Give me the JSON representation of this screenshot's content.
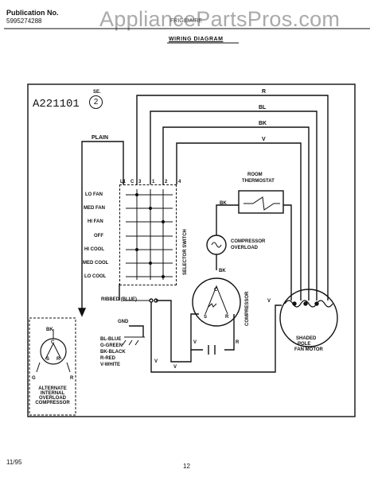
{
  "header": {
    "watermark": "AppliancePartsPros.com",
    "publication_label": "Publication No.",
    "publication_number": "5995274288",
    "brand": "FRIGIDAIRE",
    "diagram_title": "WIRING DIAGRAM"
  },
  "diagram": {
    "model": "A221101",
    "sequence_label": "SE.",
    "sequence_number": "2",
    "wire_colors_top": [
      "R",
      "BL",
      "BK",
      "V"
    ],
    "plain_label": "PLAIN",
    "switch_positions": [
      "LO FAN",
      "MED FAN",
      "HI FAN",
      "OFF",
      "HI COOL",
      "MED COOL",
      "LO COOL"
    ],
    "switch_terminals": [
      "L1",
      "C",
      "3",
      "1",
      "2",
      "4"
    ],
    "selector_switch_label": "SELECTOR SWITCH",
    "thermostat_label": [
      "ROOM",
      "THERMOSTAT"
    ],
    "compressor_overload_label": [
      "COMPRESSOR",
      "OVERLOAD"
    ],
    "compressor_label": "COMPRESSOR",
    "fan_motor_label": [
      "SHADED",
      "POLE",
      "FAN MOTOR"
    ],
    "ribbed_label": "RIBBED (BLUE)",
    "ground_label": "GND",
    "legend": [
      "BL-BLUE",
      "G-GREEN",
      "BK-BLACK",
      "R-RED",
      "V-WHITE"
    ],
    "alt_compressor_label": [
      "ALTERNATE",
      "INTERNAL",
      "OVERLOAD",
      "COMPRESSOR"
    ],
    "wire_tags": {
      "bk": "BK",
      "v": "V",
      "g": "G",
      "r": "R",
      "c": "C",
      "s": "S"
    }
  },
  "footer": {
    "date": "11/95",
    "page": "12"
  }
}
